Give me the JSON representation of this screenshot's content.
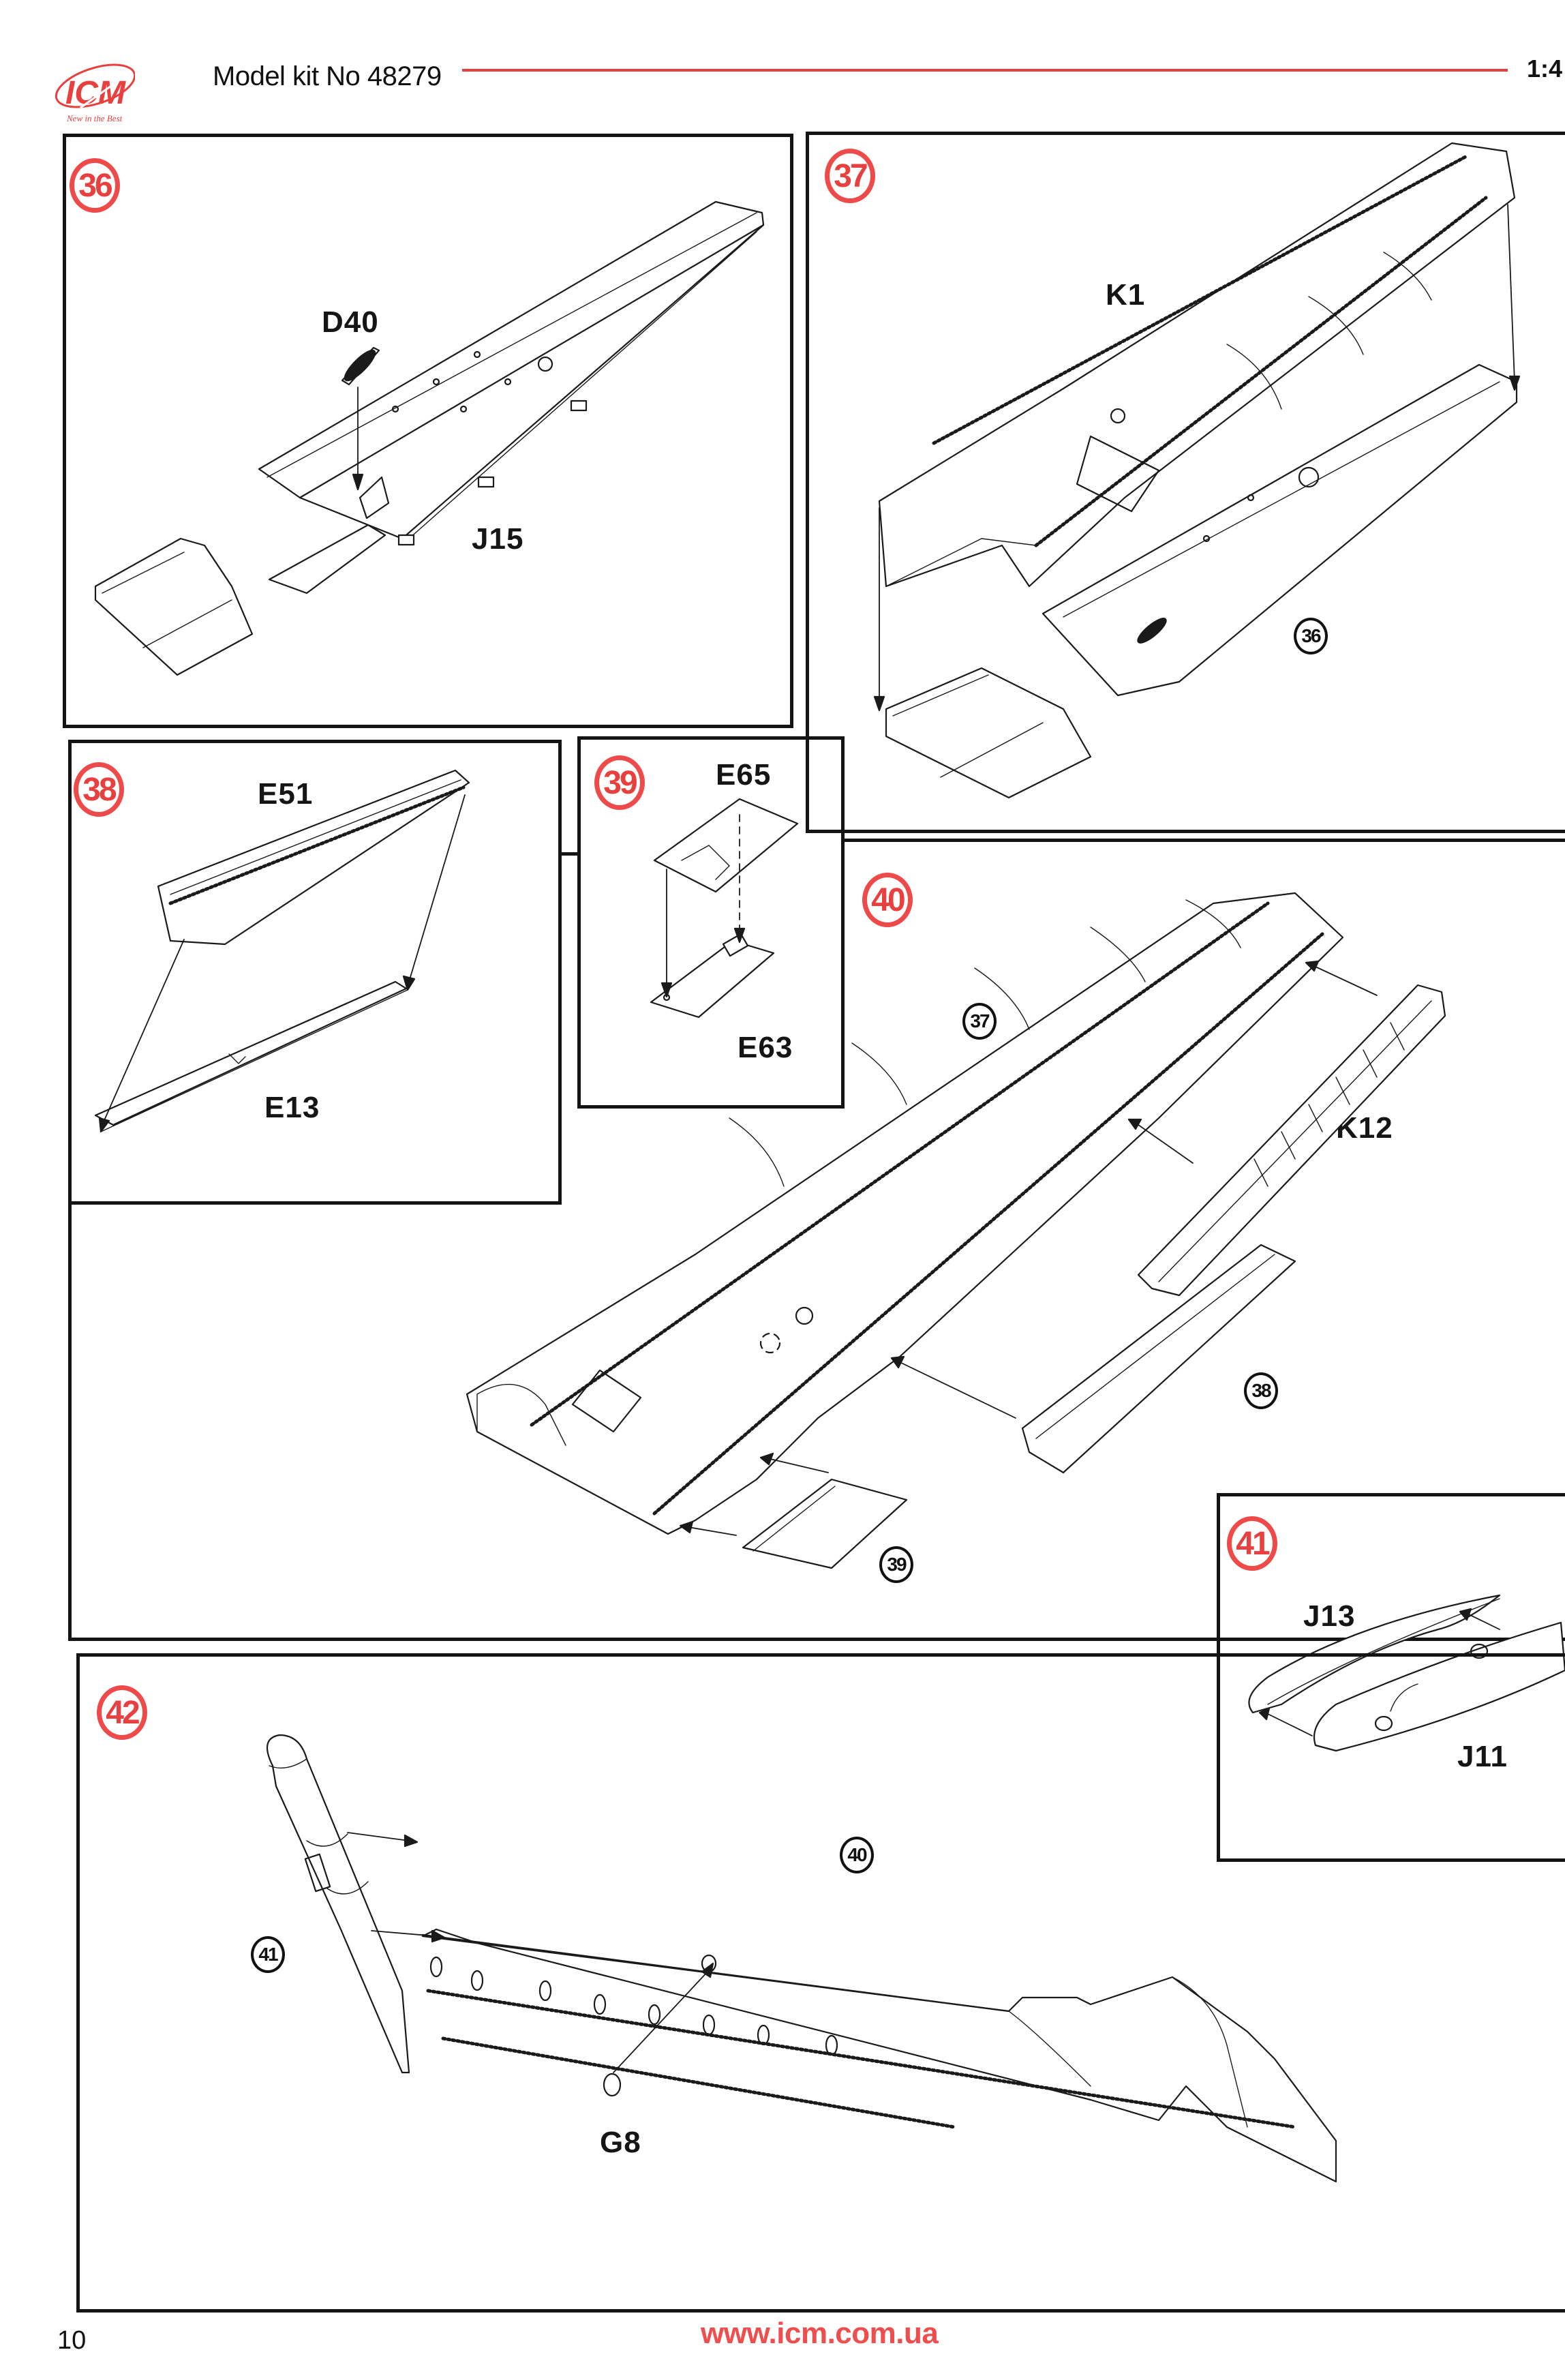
{
  "header": {
    "logo_text": "ICM",
    "logo_tagline": "New in the Best",
    "title": "Model kit No 48279",
    "scale": "1:4"
  },
  "colors": {
    "accent_red": "#e8403f",
    "line_dark": "#141414"
  },
  "steps": [
    {
      "number": "36",
      "parts": [
        "D40",
        "J15"
      ],
      "references": []
    },
    {
      "number": "37",
      "parts": [
        "K1"
      ],
      "references": [
        "36"
      ]
    },
    {
      "number": "38",
      "parts": [
        "E51",
        "E13"
      ],
      "references": []
    },
    {
      "number": "39",
      "parts": [
        "E65",
        "E63"
      ],
      "references": []
    },
    {
      "number": "40",
      "parts": [
        "K12"
      ],
      "references": [
        "37",
        "38",
        "39"
      ]
    },
    {
      "number": "41",
      "parts": [
        "J13",
        "J11"
      ],
      "references": []
    },
    {
      "number": "42",
      "parts": [
        "G8"
      ],
      "references": [
        "41",
        "40"
      ]
    }
  ],
  "footer": {
    "page_number": "10",
    "website": "www.icm.com.ua"
  }
}
